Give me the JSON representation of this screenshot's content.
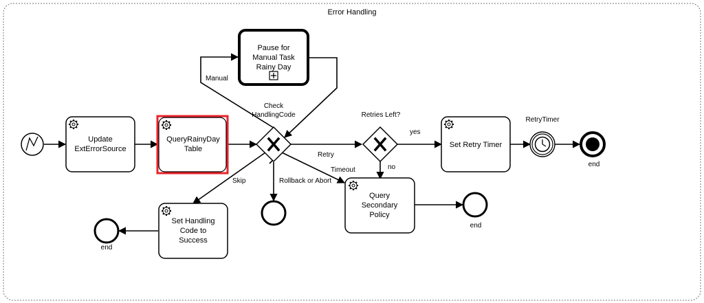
{
  "diagram": {
    "title": "Error Handling",
    "colors": {
      "stroke": "#000000",
      "highlight": "#e8232b",
      "fill": "#ffffff"
    },
    "tasks": {
      "update": {
        "lines": [
          "Update",
          "ExtErrorSource"
        ],
        "icon": "gear-icon"
      },
      "query_rainy": {
        "lines": [
          "QueryRainyDay",
          "Table"
        ],
        "icon": "gear-icon"
      },
      "pause": {
        "lines": [
          "Pause for",
          "Manual Task",
          "Rainy Day"
        ],
        "icon": "plus-box-icon"
      },
      "set_retry": {
        "lines": [
          "Set Retry Timer"
        ],
        "icon": "gear-icon"
      },
      "query_secondary": {
        "lines": [
          "Query",
          "Secondary",
          "Policy"
        ],
        "icon": "gear-icon"
      },
      "set_handling": {
        "lines": [
          "Set Handling",
          "Code to",
          "Success"
        ],
        "icon": "gear-icon"
      }
    },
    "gateways": {
      "check": {
        "lines": [
          "Check",
          "HandlingCode"
        ]
      },
      "retries": {
        "lines": [
          "Retries Left?"
        ]
      }
    },
    "events": {
      "start": {
        "icon": "error-lightning-icon"
      },
      "timer": {
        "label": "RetryTimer",
        "icon": "clock-icon"
      },
      "end_main": {
        "label": "end"
      },
      "end_secondary": {
        "label": "end"
      },
      "end_handling": {
        "label": "end"
      }
    },
    "flow_labels": {
      "manual": "Manual",
      "skip": "Skip",
      "rollback": "Rollback or Abort",
      "retry": "Retry",
      "timeout": "Timeout",
      "yes": "yes",
      "no": "no"
    }
  }
}
